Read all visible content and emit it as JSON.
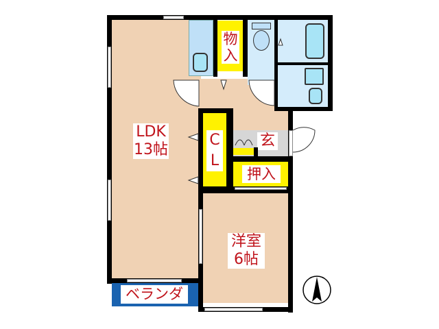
{
  "floor_plan": {
    "rooms": {
      "ldk": {
        "name": "LDK",
        "size": "13帖"
      },
      "western_room": {
        "name": "洋室",
        "size": "6帖"
      },
      "storage_top": {
        "name": "物入"
      },
      "closet": {
        "line1": "C",
        "line2": "L"
      },
      "entrance": {
        "name": "玄"
      },
      "oshiire": {
        "name": "押入"
      },
      "veranda": {
        "name": "ベランダ"
      }
    },
    "compass": {
      "direction": "north"
    },
    "colors": {
      "floor": "#f0d2b4",
      "wet_area": "#d4ecfb",
      "storage": "#fff200",
      "veranda": "#1a63b0",
      "entrance": "#d6d6d6",
      "label_text": "#c0141c",
      "wall": "#000000"
    }
  }
}
